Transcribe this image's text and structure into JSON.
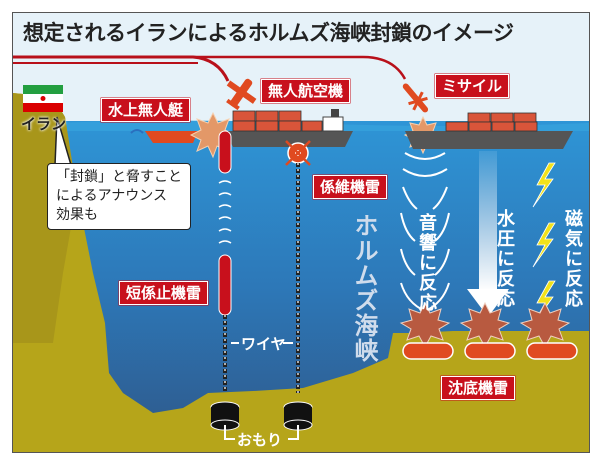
{
  "title": "想定されるイランによるホルムズ海峡封鎖のイメージ",
  "country": {
    "label": "イラン",
    "flag_colors": [
      "#239f40",
      "#ffffff",
      "#da0000"
    ]
  },
  "speech_bubble": {
    "lines": [
      "「封鎖」と脅すこと",
      "によるアナウンス",
      "効果も"
    ]
  },
  "attacks": {
    "surface_drone_boat": "水上無人艇",
    "uav": "無人航空機",
    "missile": "ミサイル"
  },
  "mines": {
    "moored_mine": "係維機雷",
    "short_moored_mine": "短係止機雷",
    "wire_label": "ワイヤ",
    "weight_label": "おもり",
    "bottom_mine": "沈底機雷"
  },
  "triggers": {
    "acoustic": "音響に反応",
    "pressure": "水圧に反応",
    "magnetic": "磁気に反応"
  },
  "strait_label": "ホルムズ海峡",
  "colors": {
    "accent_red": "#c8101c",
    "sea_top": "#2f8fd0",
    "sea_bottom": "#2e5f93",
    "land": "#b6a51a",
    "sky": "#e6f2f9",
    "container": "#d9553a",
    "hull": "#555555",
    "lightning": "#f2e21a"
  }
}
